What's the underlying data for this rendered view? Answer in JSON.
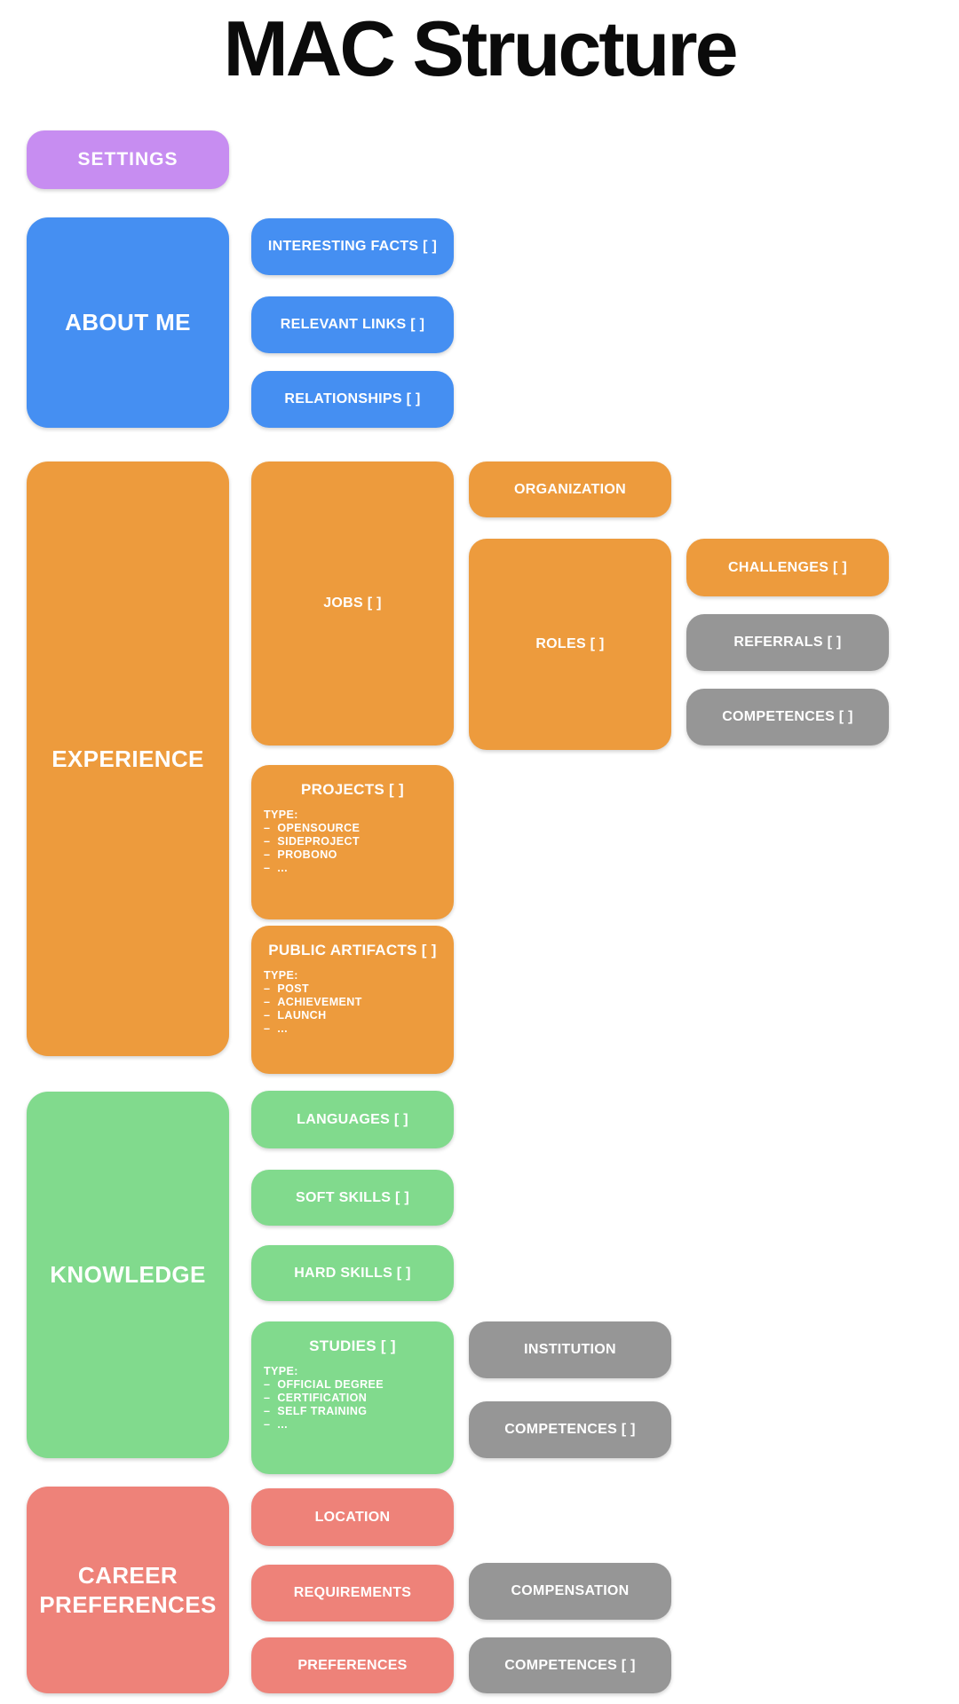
{
  "title": "MAC Structure",
  "colors": {
    "purple": "#c78df1",
    "blue": "#458ff2",
    "orange": "#ed9b3d",
    "green": "#81da8d",
    "salmon": "#ee8279",
    "gray": "#969696",
    "label_text": "#ffffff",
    "title_text": "#0b0b0b",
    "background": "#ffffff"
  },
  "settings": {
    "label": "SETTINGS"
  },
  "about_me": {
    "label": "ABOUT ME",
    "interesting_facts": {
      "label": "INTERESTING FACTS [ ]"
    },
    "relevant_links": {
      "label": "RELEVANT LINKS [ ]"
    },
    "relationships": {
      "label": "RELATIONSHIPS [ ]"
    }
  },
  "experience": {
    "label": "EXPERIENCE",
    "jobs": {
      "label": "JOBS [ ]"
    },
    "organization": {
      "label": "ORGANIZATION"
    },
    "roles": {
      "label": "ROLES [ ]"
    },
    "challenges": {
      "label": "CHALLENGES [ ]"
    },
    "referrals": {
      "label": "REFERRALS [ ]"
    },
    "roles_competences": {
      "label": "COMPETENCES [ ]"
    },
    "projects": {
      "label": "PROJECTS [ ]",
      "type_heading": "TYPE:",
      "types": [
        "OPENSOURCE",
        "SIDEPROJECT",
        "PROBONO",
        "..."
      ]
    },
    "public_artifacts": {
      "label": "PUBLIC ARTIFACTS [ ]",
      "type_heading": "TYPE:",
      "types": [
        "POST",
        "ACHIEVEMENT",
        "LAUNCH",
        "..."
      ]
    }
  },
  "knowledge": {
    "label": "KNOWLEDGE",
    "languages": {
      "label": "LANGUAGES [ ]"
    },
    "soft_skills": {
      "label": "SOFT SKILLS [ ]"
    },
    "hard_skills": {
      "label": "HARD SKILLS [ ]"
    },
    "studies": {
      "label": "STUDIES [ ]",
      "type_heading": "TYPE:",
      "types": [
        "OFFICIAL DEGREE",
        "CERTIFICATION",
        "SELF TRAINING",
        "..."
      ]
    },
    "institution": {
      "label": "INSTITUTION"
    },
    "studies_competences": {
      "label": "COMPETENCES [ ]"
    }
  },
  "career_preferences": {
    "label": "CAREER PREFERENCES",
    "location": {
      "label": "LOCATION"
    },
    "requirements": {
      "label": "REQUIREMENTS"
    },
    "preferences": {
      "label": "PREFERENCES"
    },
    "compensation": {
      "label": "COMPENSATION"
    },
    "career_competences": {
      "label": "COMPETENCES [ ]"
    }
  }
}
